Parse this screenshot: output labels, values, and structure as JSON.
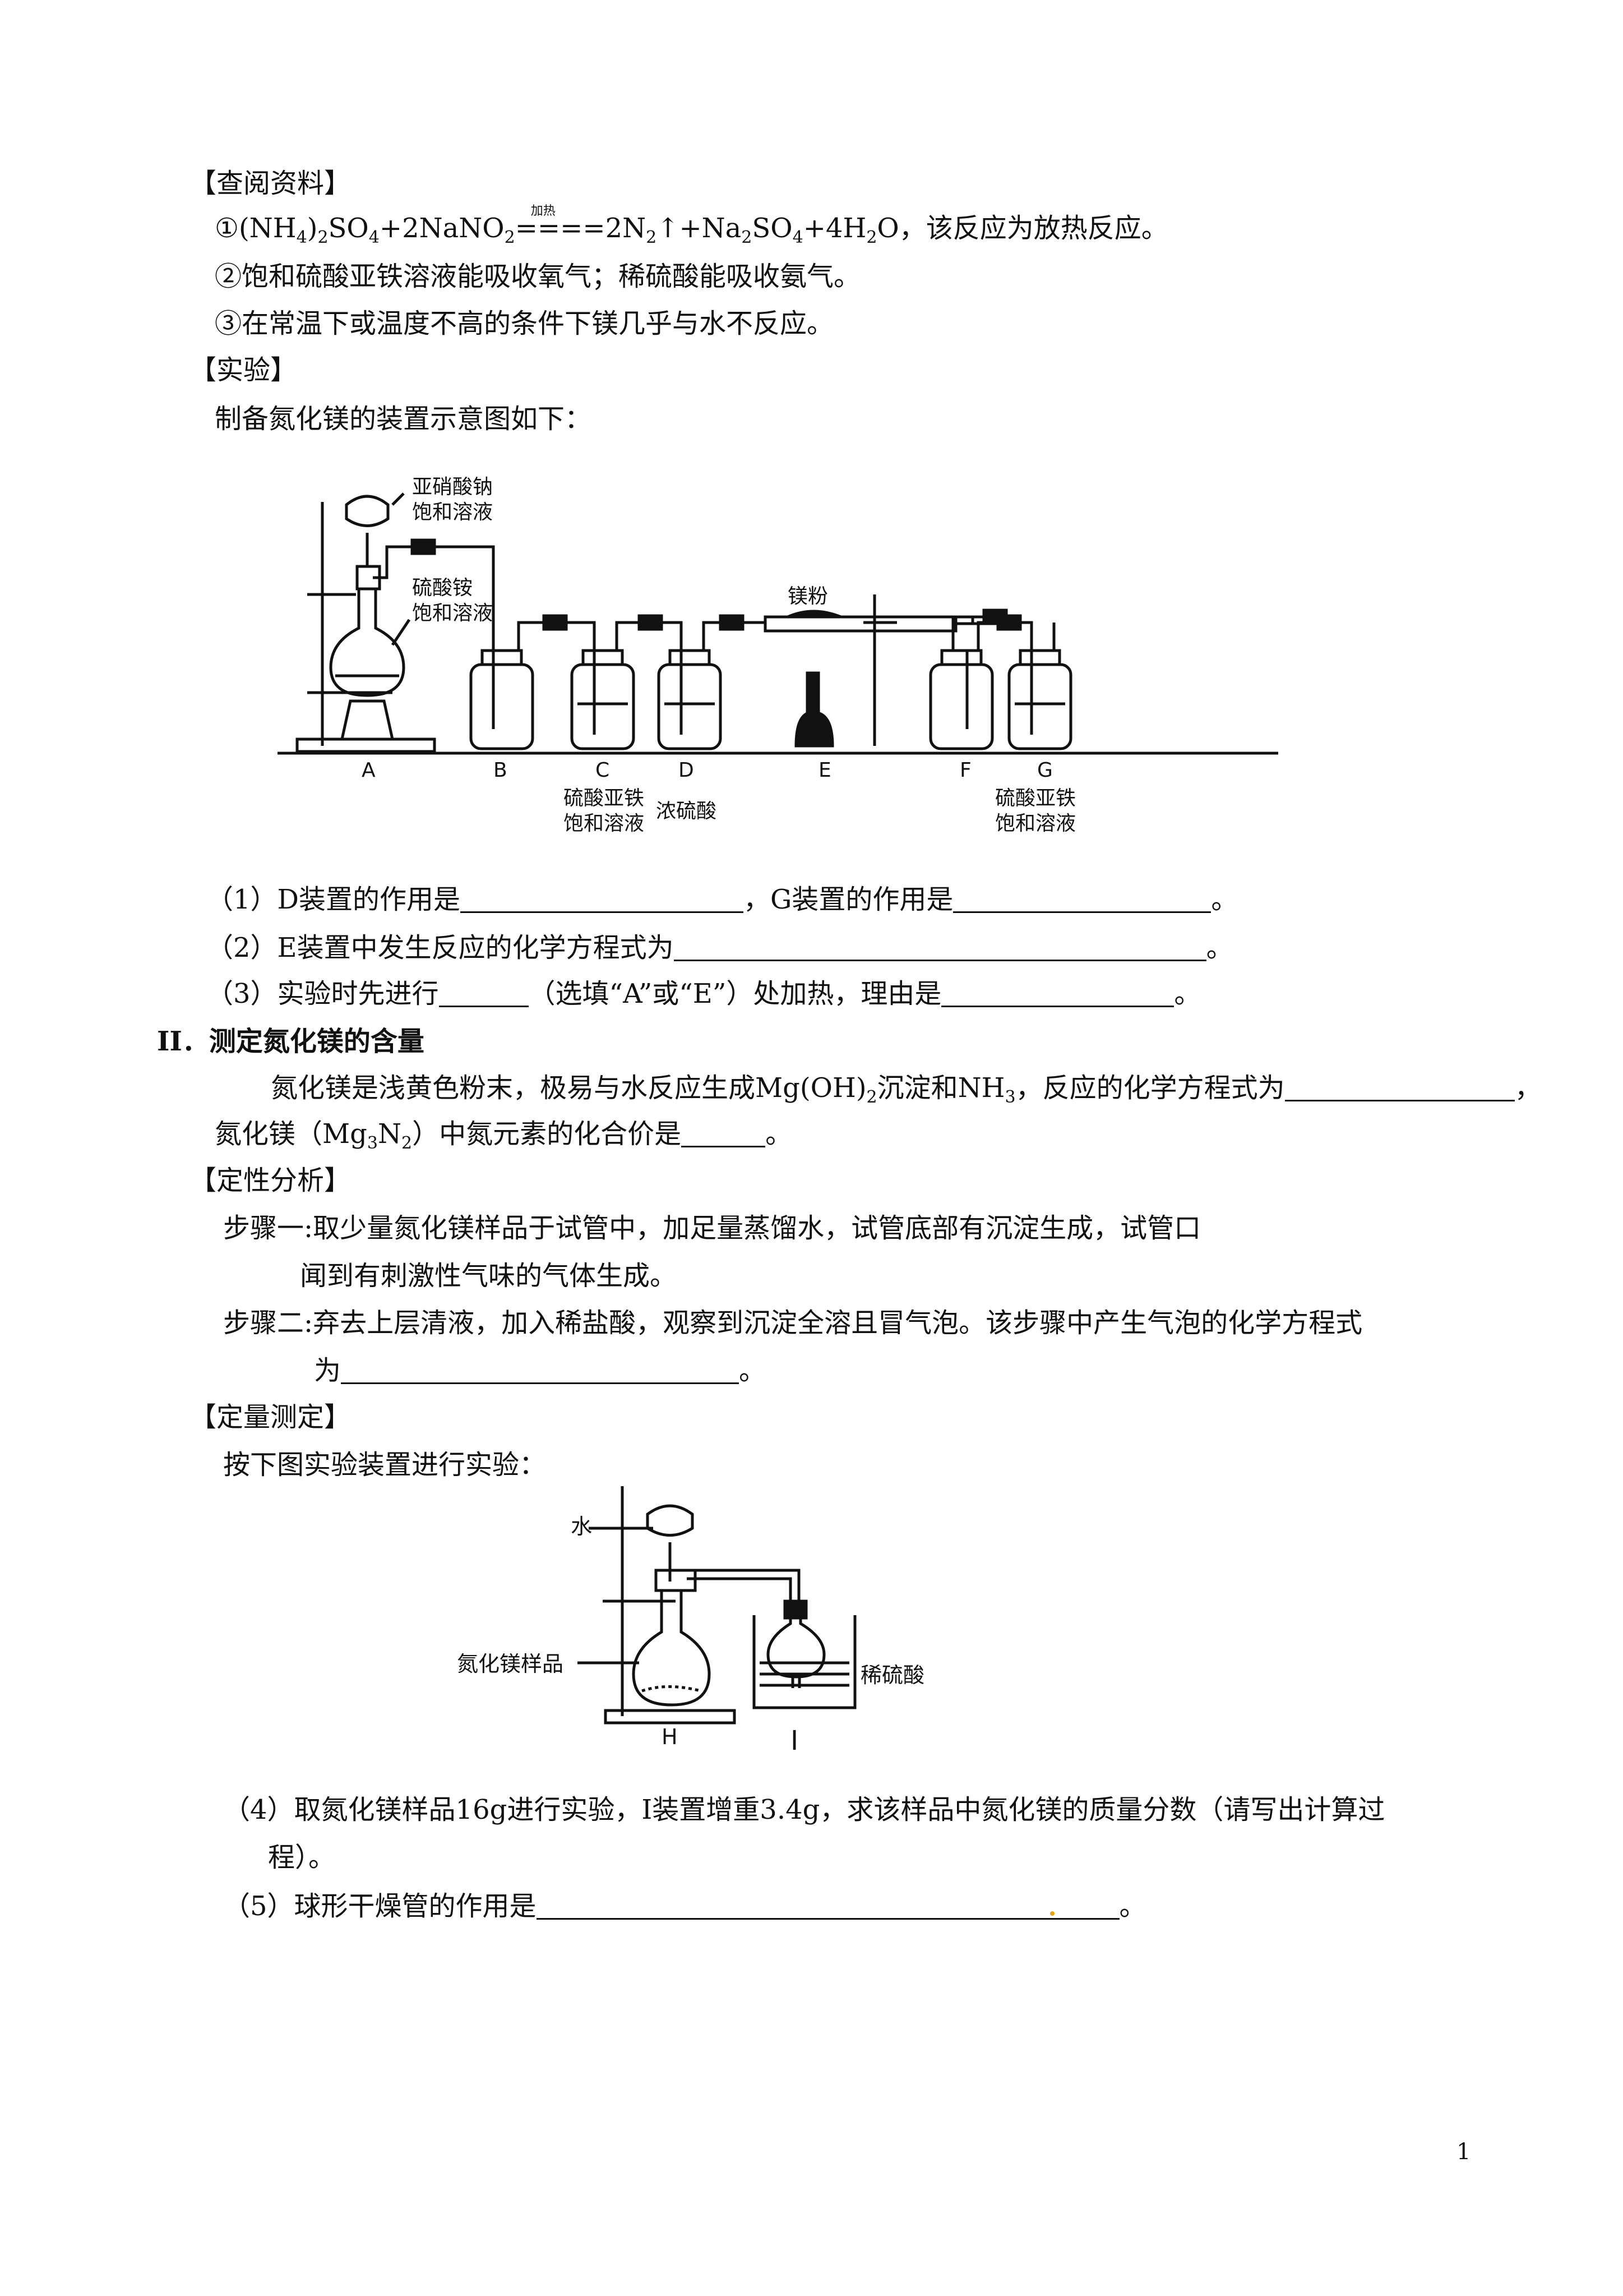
{
  "section_info": {
    "heading": "【查阅资料】",
    "item1": {
      "prefix": "①(NH",
      "s1": "4",
      "t1": ")",
      "s2": "2",
      "t2": "SO",
      "s3": "4",
      "t3": "+2NaNO",
      "s4": "2",
      "arrow": "====",
      "heat": "加热",
      "t4": "2N",
      "s5": "2",
      "t5": "↑+Na",
      "s6": "2",
      "t6": "SO",
      "s7": "4",
      "t7": "+4H",
      "s8": "2",
      "t8": "O，该反应为放热反应。"
    },
    "item2": "②饱和硫酸亚铁溶液能吸收氧气；稀硫酸能吸收氨气。",
    "item3": "③在常温下或温度不高的条件下镁几乎与水不反应。"
  },
  "section_experiment": {
    "heading": "【实验】",
    "intro": "制备氮化镁的装置示意图如下："
  },
  "diagram1": {
    "label_nano2_1": "亚硝酸钠",
    "label_nano2_2": "饱和溶液",
    "label_nh4_1": "硫酸铵",
    "label_nh4_2": "饱和溶液",
    "label_mg": "镁粉",
    "A": "A",
    "B": "B",
    "C": "C",
    "D": "D",
    "E": "E",
    "F": "F",
    "G": "G",
    "c_label1": "硫酸亚铁",
    "c_label2": "饱和溶液",
    "d_label": "浓硫酸",
    "g_label1": "硫酸亚铁",
    "g_label2": "饱和溶液"
  },
  "questions_part1": {
    "q1_a": "（1）D装置的作用是",
    "q1_b": "，G装置的作用是",
    "q1_c": "。",
    "q2_a": "（2）E装置中发生反应的化学方程式为",
    "q2_b": "。",
    "q3_a": "（3）实验时先进行",
    "q3_b": "（选填“A”或“E”）处加热，理由是",
    "q3_c": "。"
  },
  "section_ii": {
    "heading": "II．测定氮化镁的含量",
    "p1_a": "氮化镁是浅黄色粉末，极易与水反应生成Mg(OH)",
    "p1_sub": "2",
    "p1_b": "沉淀和NH",
    "p1_sub2": "3",
    "p1_c": "，反应的化学方程式为",
    "p1_d": "，",
    "p2_a": "氮化镁（Mg",
    "p2_sub1": "3",
    "p2_b": "N",
    "p2_sub2": "2",
    "p2_c": "）中氮元素的化合价是",
    "p2_d": "。"
  },
  "qualitative": {
    "heading": "【定性分析】",
    "step1_a": "步骤一:取少量氮化镁样品于试管中，加足量蒸馏水，试管底部有沉淀生成，试管口",
    "step1_b": "闻到有刺激性气味的气体生成。",
    "step2_a": "步骤二:弃去上层清液，加入稀盐酸，观察到沉淀全溶且冒气泡。该步骤中产生气泡的化学方程式",
    "step2_b": "为",
    "step2_c": "。"
  },
  "quantitative": {
    "heading": "【定量测定】",
    "intro": "按下图实验装置进行实验："
  },
  "diagram2": {
    "water": "水",
    "sample": "氮化镁样品",
    "acid": "稀硫酸",
    "H": "H",
    "I": "I"
  },
  "questions_part2": {
    "q4_a": "（4）取氮化镁样品16g进行实验，I装置增重3.4g，求该样品中氮化镁的质量分数（请写出计算过",
    "q4_b": "程）。",
    "q5_a": "（5）球形干燥管的作用是",
    "q5_b": "。"
  },
  "page_number": "1"
}
